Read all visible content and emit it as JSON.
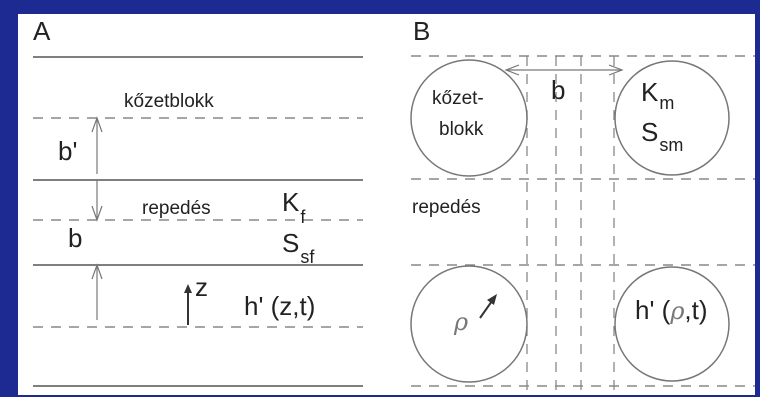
{
  "background_color": "#1c2a91",
  "panel_a": {
    "panel_letter": "A",
    "block_label": "kőzetblokk",
    "crack_label": "repedés",
    "b_prime": "b'",
    "b": "b",
    "K": "K",
    "K_sub": "f",
    "S": "S",
    "S_sub": "sf",
    "z_label": "z",
    "h_label": "h' (z,t)"
  },
  "panel_b": {
    "panel_letter": "B",
    "block_label_line1": "kőzet-",
    "block_label_line2": "blokk",
    "b": "b",
    "K": "K",
    "K_sub": "m",
    "S": "S",
    "S_sub": "sm",
    "crack_label": "repedés",
    "rho": "ρ",
    "h_prefix": "h' (",
    "h_rho": "ρ",
    "h_suffix": ",t)"
  }
}
